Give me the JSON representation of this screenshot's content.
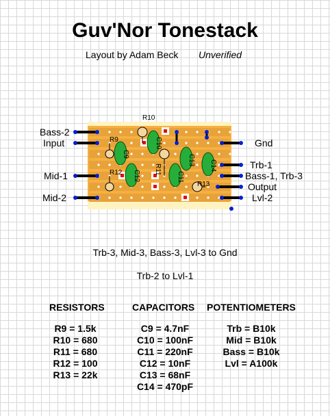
{
  "title": "Guv'Nor Tonestack",
  "author": "Layout by Adam Beck",
  "status": "Unverified",
  "wiring_notes": [
    "Trb-3, Mid-3, Bass-3, Lvl-3 to Gnd",
    "Trb-2 to Lvl-1"
  ],
  "pins_left": [
    "Bass-2",
    "Input",
    "Mid-1",
    "Mid-2"
  ],
  "pins_right": [
    "Gnd",
    "Trb-1",
    "Bass-1, Trb-3",
    "Output",
    "Lvl-2"
  ],
  "components": {
    "r9": "R9",
    "r10": "R10",
    "r11": "R11",
    "r12": "R12",
    "r13": "R13",
    "c9": "C9",
    "c10": "C10",
    "c11": "C11",
    "c12": "C12",
    "c13": "C13",
    "c14": "C14"
  },
  "bom": {
    "resistors": {
      "heading": "RESISTORS",
      "items": [
        "R9 = 1.5k",
        "R10 = 680",
        "R11 = 680",
        "R12 = 100",
        "R13 = 22k"
      ]
    },
    "capacitors": {
      "heading": "CAPACITORS",
      "items": [
        "C9 = 4.7nF",
        "C10 = 100nF",
        "C11 = 220nF",
        "C12 = 10nF",
        "C13 = 68nF",
        "C14 = 470pF"
      ]
    },
    "potentiometers": {
      "heading": "POTENTIOMETERS",
      "items": [
        "Trb = B10k",
        "Mid = B10k",
        "Bass = B10k",
        "Lvl = A100k"
      ]
    }
  },
  "colors": {
    "board": "#f5b041",
    "strip": "#e8a23a",
    "board_outline": "#fff3c2",
    "capacitor": "#27ae3a",
    "resistor_body": "#f4d6a0",
    "wire": "#000000",
    "pad": "#0020d0",
    "cut": "#e01010"
  }
}
